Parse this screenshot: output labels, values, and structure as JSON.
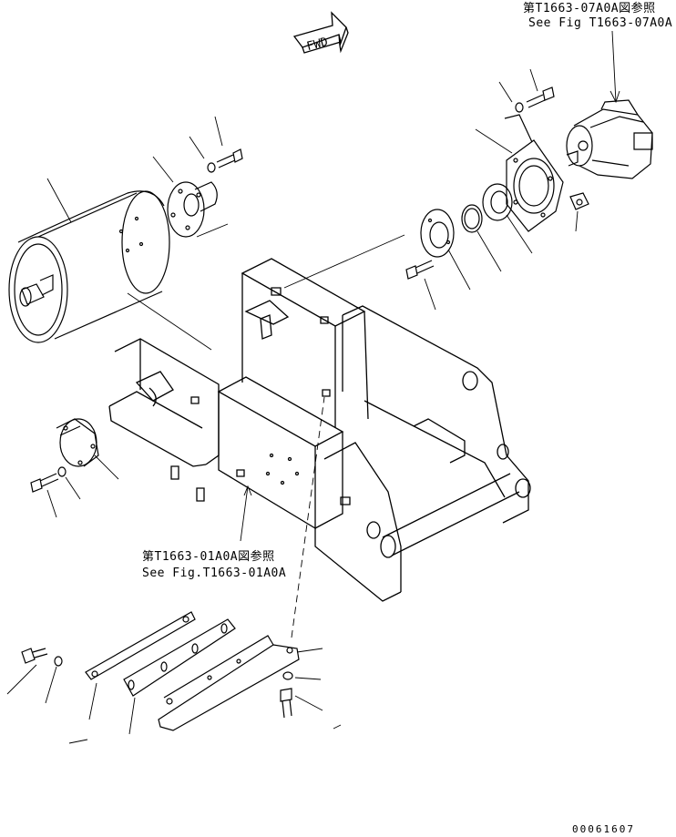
{
  "arrow_label": "FWD",
  "references": {
    "top": {
      "jp": "第T1663-07A0A図参照",
      "en": "See Fig T1663-07A0A"
    },
    "middle": {
      "jp": "第T1663-01A0A図参照",
      "en": "See Fig.T1663-01A0A"
    }
  },
  "figure_code": "00061607",
  "colors": {
    "line": "#000000",
    "background": "#ffffff"
  }
}
